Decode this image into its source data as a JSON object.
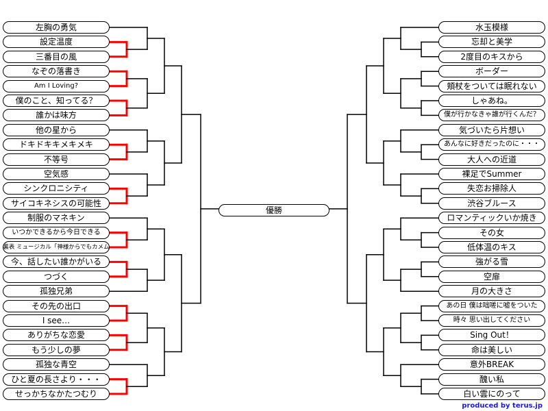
{
  "colors": {
    "line": "#000000",
    "advance": "#ff0000",
    "credit": "#1a1adb"
  },
  "final_label": "優勝",
  "credit": "produced by terus.jp",
  "left": [
    "左胸の勇気",
    "設定温度",
    "三番目の風",
    "なぞの落書き",
    "Am I Loving?",
    "僕のこと、知ってる？",
    "誰かは味方",
    "他の星から",
    "ドキドキキメキメキ",
    "不等号",
    "空気感",
    "シンクロニシティ",
    "サイコキネシスの可能性",
    "制服のマネキン",
    "いつかできるから今日できる",
    "釦の裏表 ミュージカル「神様からでもカメムシ」",
    "今、話したい誰かがいる",
    "つづく",
    "孤独兄弟",
    "その先の出口",
    "I see…",
    "ありがちな恋愛",
    "もう少しの夢",
    "孤独な青空",
    "ひと夏の長さより・・・",
    "せっかちなかたつむり"
  ],
  "right": [
    "水玉模様",
    "忘却と美学",
    "2度目のキスから",
    "ボーダー",
    "頬杖をついては眠れない",
    "しゃあね。",
    "僕が行かなきゃ誰が行くんだ？",
    "気づいたら片想い",
    "あんなに好きだったのに・・・",
    "大人への近道",
    "裸足でSummer",
    "失恋お掃除人",
    "渋谷ブルース",
    "ロマンティックいか焼き",
    "その女",
    "低体温のキス",
    "強がる雪",
    "空扉",
    "月の大きさ",
    "あの日 僕は咄嗟に嘘をついた",
    "時々 思い出してください",
    "Sing Out！",
    "命は美しい",
    "意外BREAK",
    "醜い私",
    "白い雲にのって"
  ]
}
